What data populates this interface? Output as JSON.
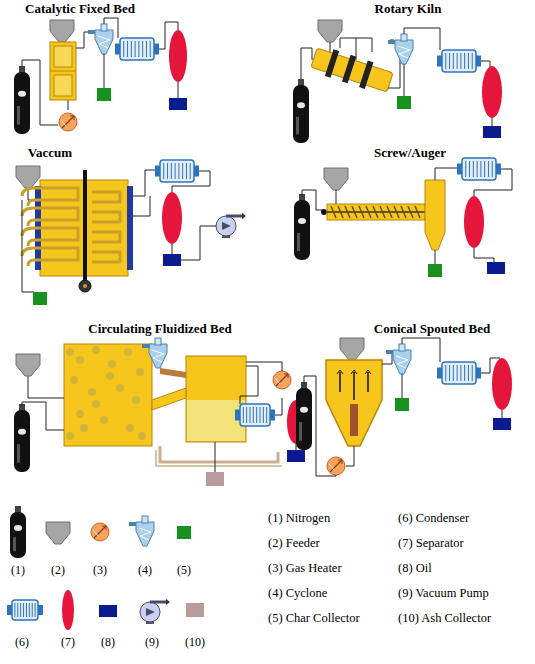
{
  "diagram": {
    "labels": [
      "Catalytic Fixed Bed",
      "Rotary Kiln",
      "Vaccum",
      "Screw/Auger",
      "Circulating Fluidized Bed",
      "Conical Spouted Bed",
      "(1)",
      "(2)",
      "(3)",
      "(4)",
      "(5)",
      "(6)",
      "(7)",
      "(8)",
      "(9)",
      "(10)"
    ],
    "legend": [
      {
        "text": "(1) Nitrogen"
      },
      {
        "text": "(6) Condenser"
      },
      {
        "text": "(2) Feeder"
      },
      {
        "text": "(7) Separator"
      },
      {
        "text": "(3) Gas Heater"
      },
      {
        "text": "(8) Oil"
      },
      {
        "text": "(4) Cyclone"
      },
      {
        "text": "(9) Vacuum Pump"
      },
      {
        "text": "(5) Char Collector"
      },
      {
        "text": "(10) Ash Collector"
      }
    ]
  }
}
